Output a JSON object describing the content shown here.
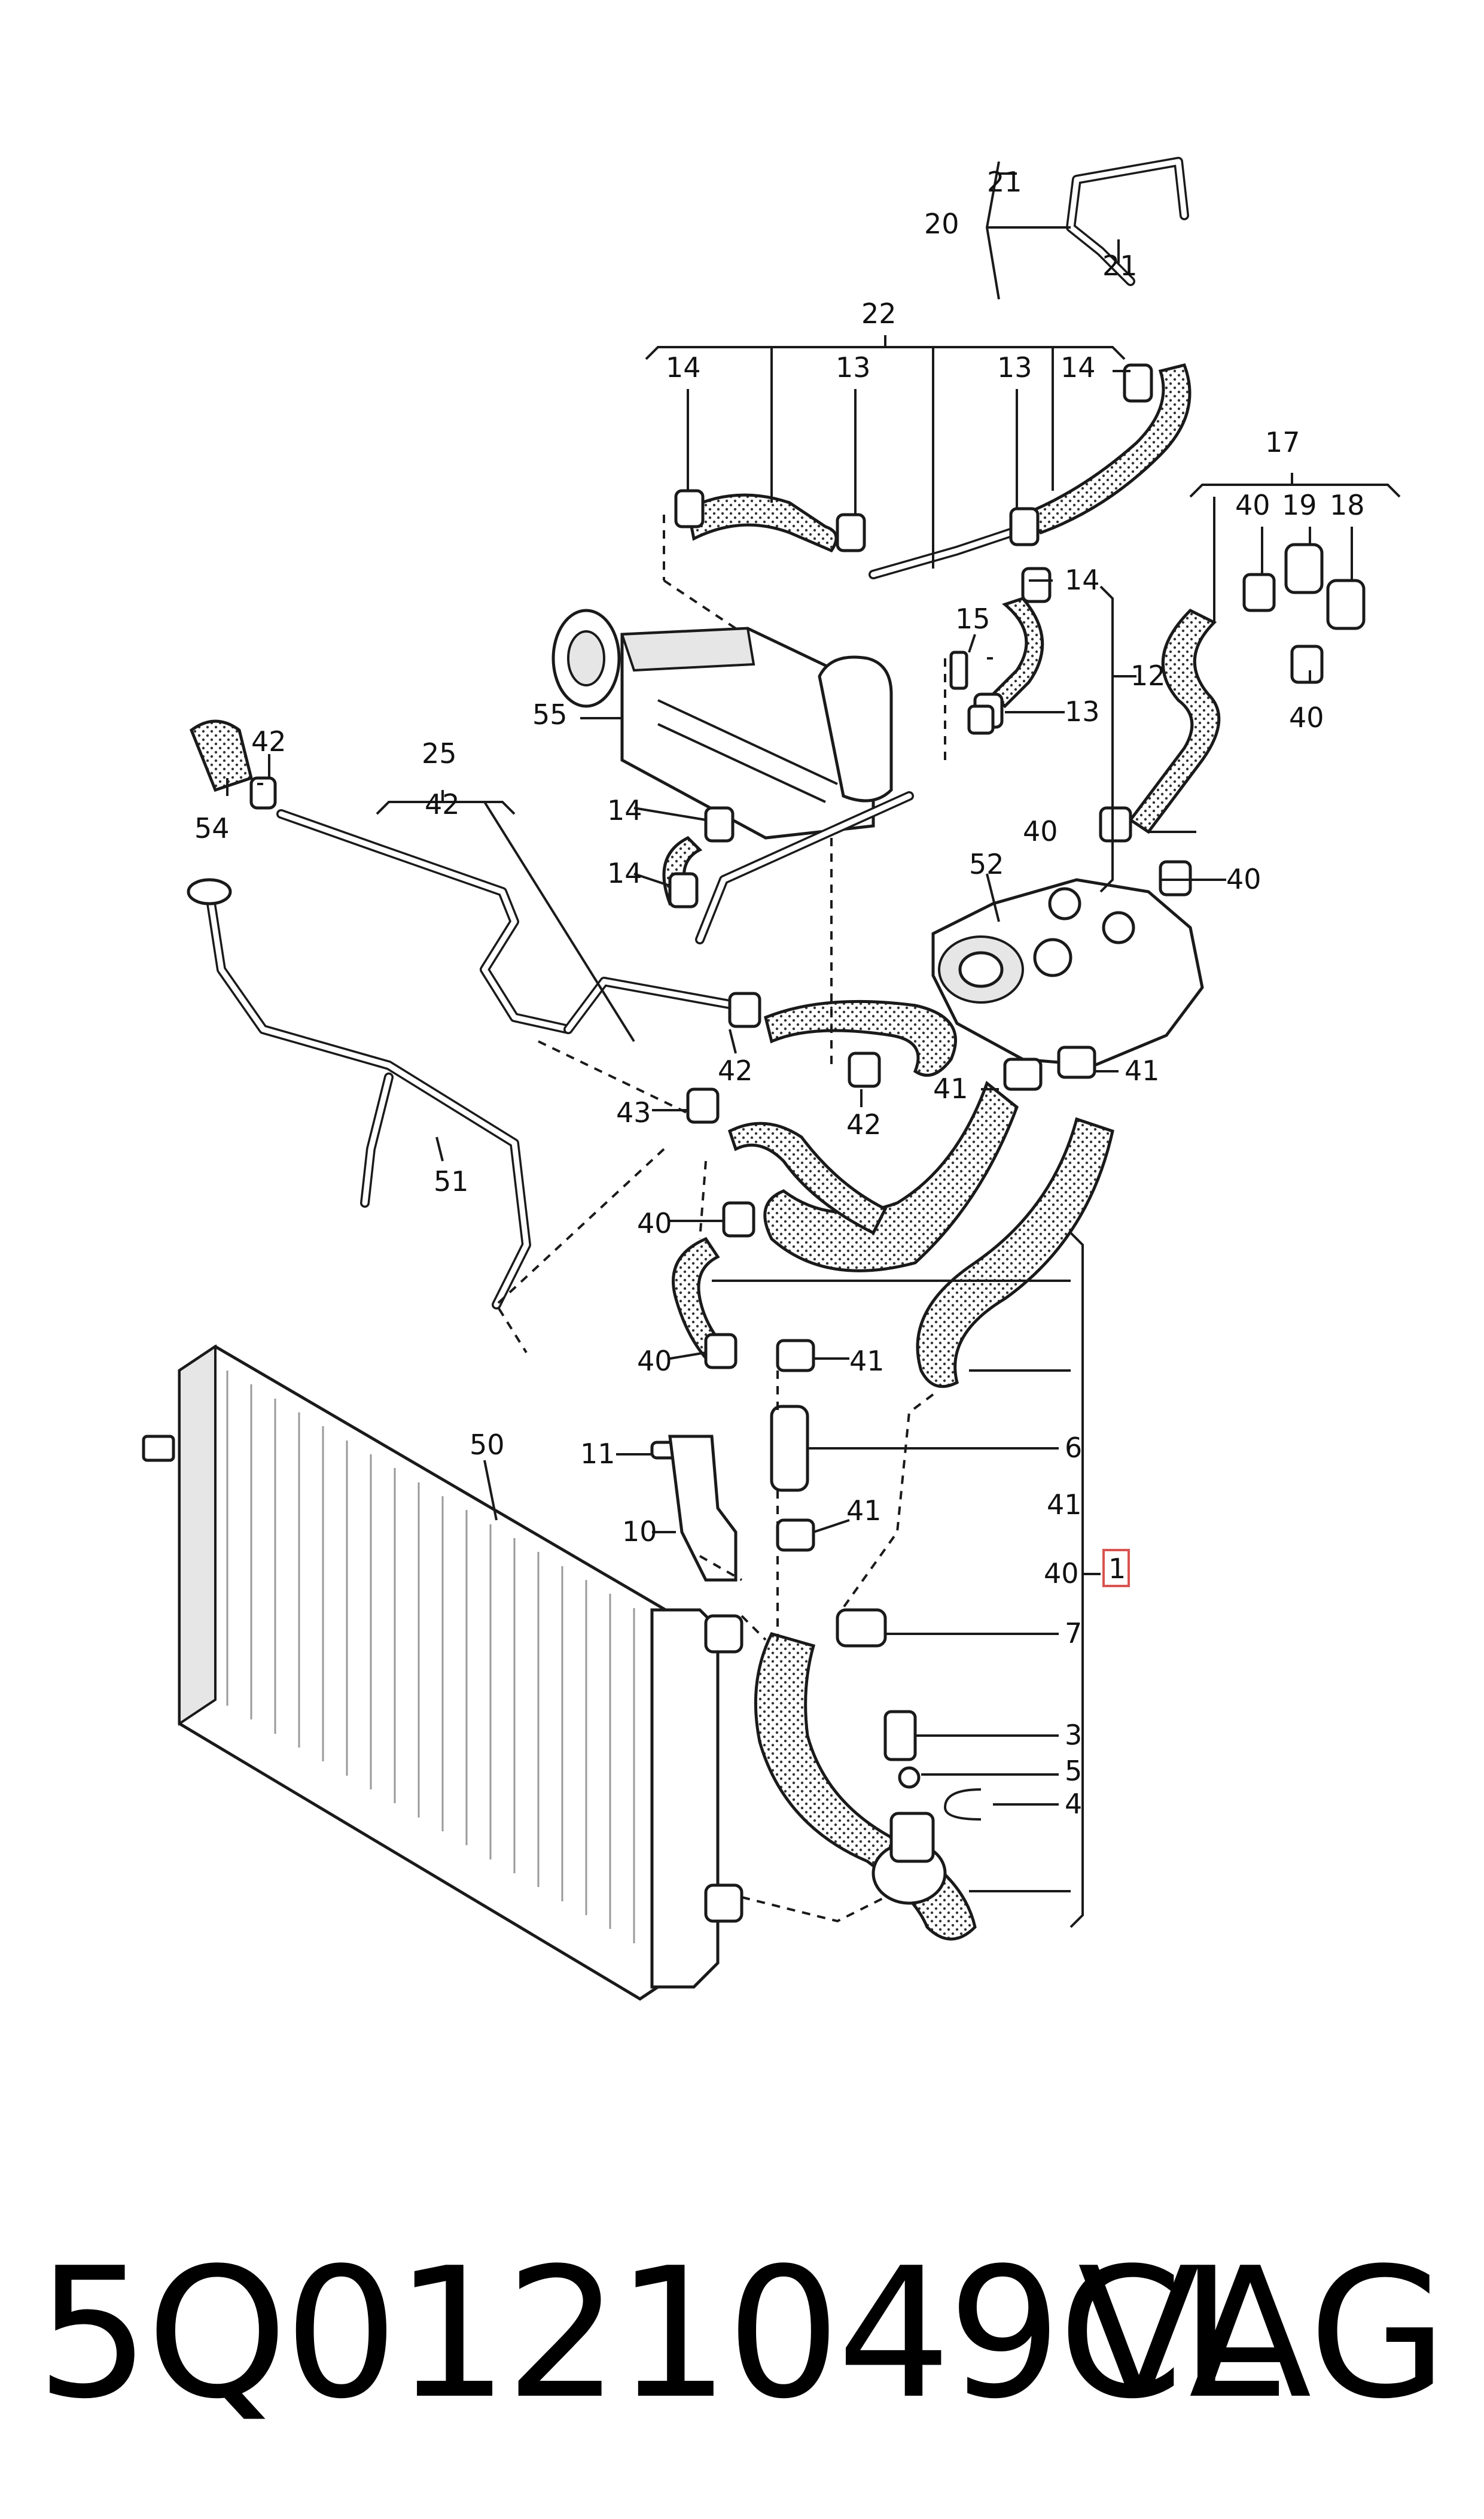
{
  "labels": {
    "l1": "1",
    "l3": "3",
    "l4": "4",
    "l5": "5",
    "l6": "6",
    "l7": "7",
    "l10": "10",
    "l11": "11",
    "l12": "12",
    "l13": "13",
    "l14": "14",
    "l15": "15",
    "l17": "17",
    "l18": "18",
    "l19": "19",
    "l20": "20",
    "l21": "21",
    "l22": "22",
    "l25": "25",
    "l40": "40",
    "l41": "41",
    "l42": "42",
    "l43": "43",
    "l50": "50",
    "l51": "51",
    "l52": "52",
    "l54": "54",
    "l55": "55"
  },
  "footer": {
    "part_number": "5Q0121049CL",
    "brand": "VAG"
  },
  "colors": {
    "line": "#1a1a1a",
    "highlight_box": "#d9534f",
    "background": "#ffffff"
  }
}
